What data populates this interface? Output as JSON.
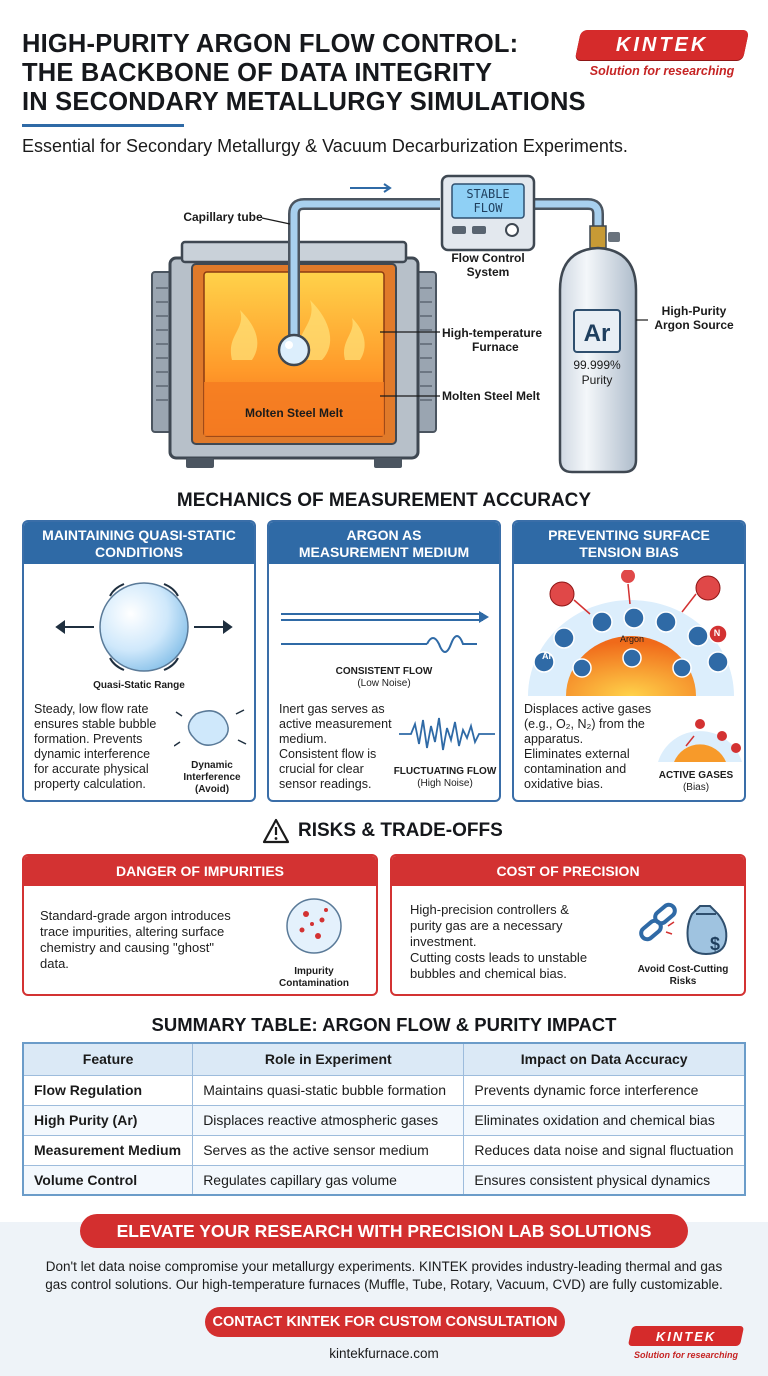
{
  "header": {
    "title_lines": [
      "HIGH-PURITY ARGON FLOW CONTROL:",
      "THE BACKBONE OF DATA INTEGRITY",
      "IN SECONDARY METALLURGY SIMULATIONS"
    ],
    "subtitle": "Essential for Secondary Metallurgy & Vacuum Decarburization Experiments.",
    "logo": {
      "name": "KINTEK",
      "tagline": "Solution for researching"
    }
  },
  "diagram": {
    "capillary_label": "Capillary tube",
    "display_text": [
      "STABLE",
      "FLOW"
    ],
    "flow_control_label": [
      "Flow Control",
      "System"
    ],
    "furnace_label": [
      "High-temperature",
      "Furnace"
    ],
    "melt_label_inside": "Molten Steel Melt",
    "melt_label_side": "Molten Steel Melt",
    "argon_symbol": "Ar",
    "argon_purity": [
      "99.999%",
      "Purity"
    ],
    "argon_source_label": [
      "High-Purity",
      "Argon Source"
    ]
  },
  "mechanics": {
    "heading": "MECHANICS OF MEASUREMENT ACCURACY",
    "cards": [
      {
        "title": [
          "MAINTAINING QUASI-STATIC",
          "CONDITIONS"
        ],
        "figure_label": "Quasi-Static Range",
        "body": [
          "Steady, low flow rate",
          "ensures stable bubble",
          "formation. Prevents",
          "dynamic interference",
          "for accurate physical",
          "property calculation."
        ],
        "side_label": [
          "Dynamic",
          "Interference",
          "(Avoid)"
        ]
      },
      {
        "title": [
          "ARGON AS",
          "MEASUREMENT MEDIUM"
        ],
        "flow_label": [
          "CONSISTENT FLOW",
          "(Low Noise)"
        ],
        "body": [
          "Inert gas serves as",
          "active measurement",
          "medium.",
          "Consistent flow is",
          "crucial for clear",
          "sensor readings."
        ],
        "side_label": [
          "FLUCTUATING FLOW",
          "(High Noise)"
        ]
      },
      {
        "title": [
          "PREVENTING SURFACE",
          "TENSION BIAS"
        ],
        "argon_atom": "Ar",
        "argon_label": "Argon",
        "nitrogen_atom": "N",
        "body": [
          "Displaces active gases",
          "(e.g., O₂, N₂) from the",
          "apparatus.",
          "Eliminates external",
          "contamination and",
          "oxidative bias."
        ],
        "side_label": [
          "ACTIVE GASES",
          "(Bias)"
        ]
      }
    ]
  },
  "risks": {
    "heading": "RISKS & TRADE-OFFS",
    "cards": [
      {
        "title": "DANGER OF IMPURITIES",
        "body": [
          "Standard-grade argon introduces",
          "trace impurities, altering surface",
          "chemistry and causing \"ghost\"",
          "data."
        ],
        "icon_label": [
          "Impurity",
          "Contamination"
        ]
      },
      {
        "title": "COST OF PRECISION",
        "body": [
          "High-precision controllers &",
          "purity gas are a necessary",
          "investment.",
          "Cutting costs leads to unstable",
          "bubbles and chemical bias."
        ],
        "icon_label": [
          "Avoid Cost-Cutting",
          "Risks"
        ],
        "money_symbol": "$"
      }
    ]
  },
  "summary": {
    "heading": "SUMMARY TABLE: ARGON FLOW & PURITY IMPACT",
    "columns": [
      "Feature",
      "Role in Experiment",
      "Impact on Data Accuracy"
    ],
    "rows": [
      [
        "Flow Regulation",
        "Maintains quasi-static bubble formation",
        "Prevents dynamic force interference"
      ],
      [
        "High Purity (Ar)",
        "Displaces reactive atmospheric gases",
        "Eliminates oxidation and chemical bias"
      ],
      [
        "Measurement Medium",
        "Serves as the active sensor medium",
        "Reduces data noise and signal fluctuation"
      ],
      [
        "Volume Control",
        "Regulates capillary gas volume",
        "Ensures consistent physical dynamics"
      ]
    ]
  },
  "cta": {
    "title": "ELEVATE YOUR RESEARCH WITH PRECISION LAB SOLUTIONS",
    "body_lines": [
      "Don't let data noise compromise your metallurgy experiments. KINTEK provides industry-leading thermal and gas",
      "gas control solutions. Our high-temperature furnaces (Muffle, Tube, Rotary, Vacuum, CVD) are fully customizable."
    ],
    "button": "CONTACT KINTEK FOR CUSTOM CONSULTATION",
    "website": "kintekfurnace.com",
    "logo": {
      "name": "KINTEK",
      "tagline": "Solution for researching"
    }
  }
}
